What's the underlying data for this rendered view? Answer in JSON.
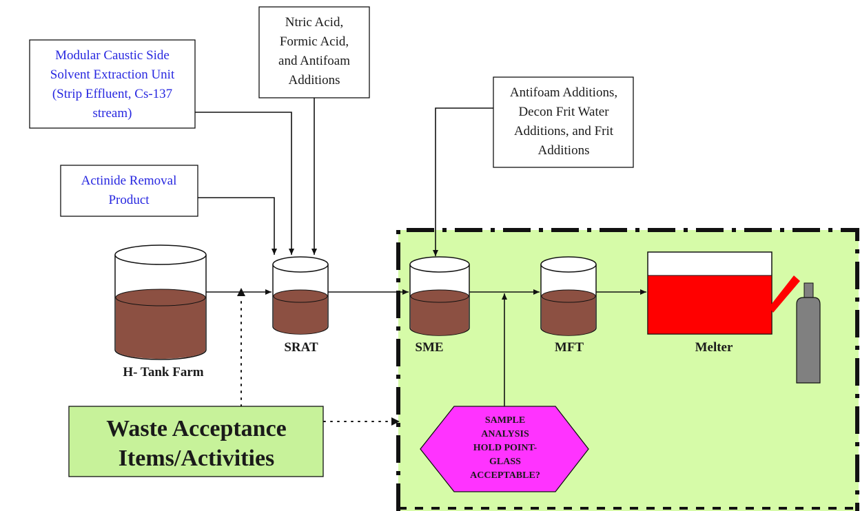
{
  "inputs": {
    "mcu_lines": [
      "Modular Caustic Side",
      "Solvent Extraction Unit",
      "(Strip Effluent, Cs-137",
      "stream)"
    ],
    "acid_lines": [
      "Ntric Acid,",
      "Formic Acid,",
      "and Antifoam",
      "Additions"
    ],
    "antifoam_lines": [
      "Antifoam Additions,",
      "Decon Frit Water",
      "Additions, and Frit",
      "Additions"
    ],
    "actinide_lines": [
      "Actinide Removal",
      "Product"
    ]
  },
  "vessels": {
    "tank_farm": "H- Tank Farm",
    "srat": "SRAT",
    "sme": "SME",
    "mft": "MFT",
    "melter": "Melter"
  },
  "waste_acceptance_lines": [
    "Waste Acceptance",
    "Items/Activities"
  ],
  "hold_point_lines": [
    "SAMPLE",
    "ANALYSIS",
    "HOLD POINT-",
    "GLASS",
    "ACCEPTABLE?"
  ],
  "colors": {
    "process_zone": "#d6fba8",
    "waste_box": "#c7f29a",
    "hold_point": "#ff33ff",
    "sludge": "#8c5042",
    "melter": "#ff0000",
    "input_text_blue": "#2727e0",
    "canister": "#808080"
  }
}
